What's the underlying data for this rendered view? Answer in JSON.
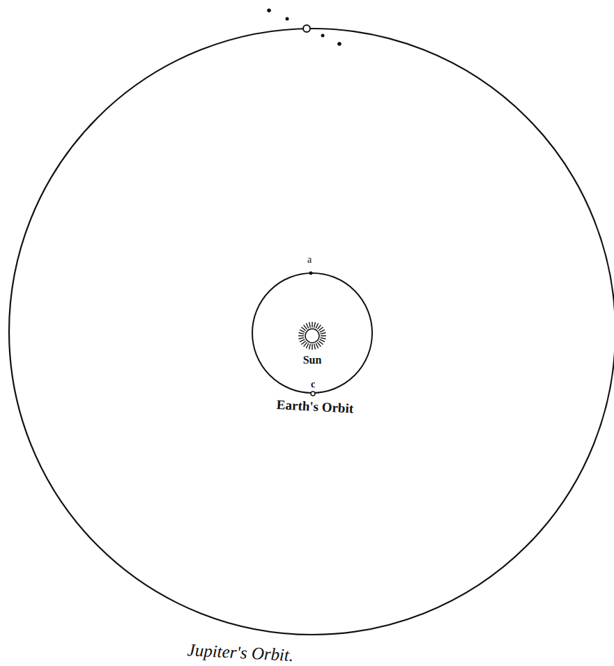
{
  "diagram": {
    "labels": [
      "a",
      "Sun",
      "c",
      "Earth's Orbit",
      "Jupiter's Orbit."
    ]
  }
}
